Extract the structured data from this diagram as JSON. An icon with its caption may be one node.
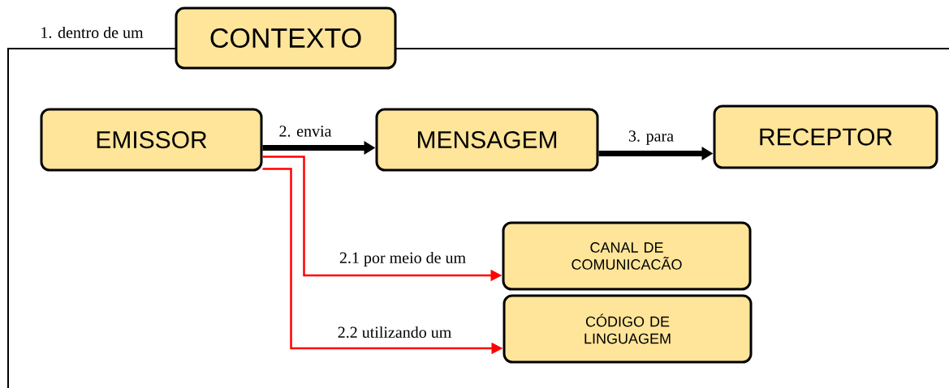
{
  "diagram": {
    "nodes": [
      {
        "text": [
          "CONTEXTO"
        ]
      },
      {
        "text": [
          "EMISSOR"
        ]
      },
      {
        "text": [
          "MENSAGEM"
        ]
      },
      {
        "text": [
          "RECEPTOR"
        ]
      },
      {
        "text": [
          "CANAL DE COMUNICACÃO"
        ]
      },
      {
        "text": [
          "CÓDIGO DE LINGUAGEM"
        ]
      }
    ],
    "edges": [
      {
        "from": 1,
        "to": 2,
        "arrow": "to",
        "label": "2. envia",
        "style": "thick"
      },
      {
        "from": 2,
        "to": 3,
        "arrow": "to",
        "label": "3. para",
        "style": "thick"
      },
      {
        "from": 1,
        "to": 4,
        "arrow": "to",
        "label": "2.1 por meio de um",
        "color": "#ff0000"
      },
      {
        "from": 1,
        "to": 5,
        "arrow": "to",
        "label": "2.2 utilizando um",
        "color": "#ff0000"
      }
    ],
    "labels": [
      "1. dentro de um"
    ]
  }
}
